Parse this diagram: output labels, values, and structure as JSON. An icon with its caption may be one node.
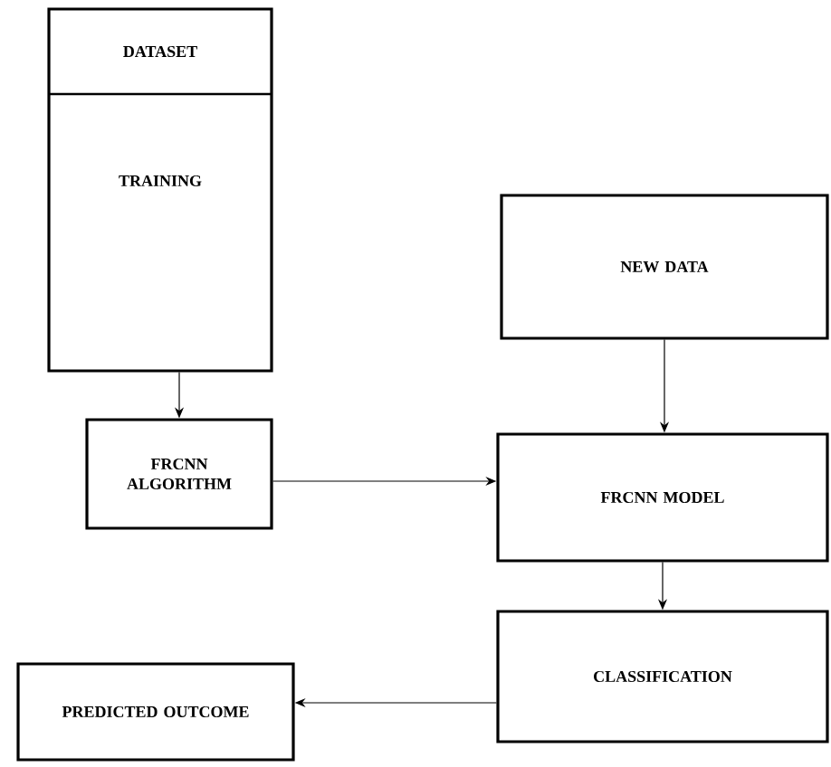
{
  "diagram": {
    "nodes": [
      {
        "text": [
          "DATASET",
          "TRAINING"
        ]
      },
      {
        "text": [
          "FRCNN ALGORITHM"
        ]
      },
      {
        "text": [
          "NEW DATA"
        ]
      },
      {
        "text": [
          "FRCNN MODEL"
        ]
      },
      {
        "text": [
          "CLASSIFICATION"
        ]
      },
      {
        "text": [
          "PREDICTED OUTCOME"
        ]
      }
    ],
    "edges": [
      {
        "from": 0,
        "to": 1,
        "arrow": "to"
      },
      {
        "from": 1,
        "to": 3,
        "arrow": "to"
      },
      {
        "from": 2,
        "to": 3,
        "arrow": "to"
      },
      {
        "from": 3,
        "to": 4,
        "arrow": "to"
      },
      {
        "from": 4,
        "to": 5,
        "arrow": "to"
      }
    ]
  }
}
